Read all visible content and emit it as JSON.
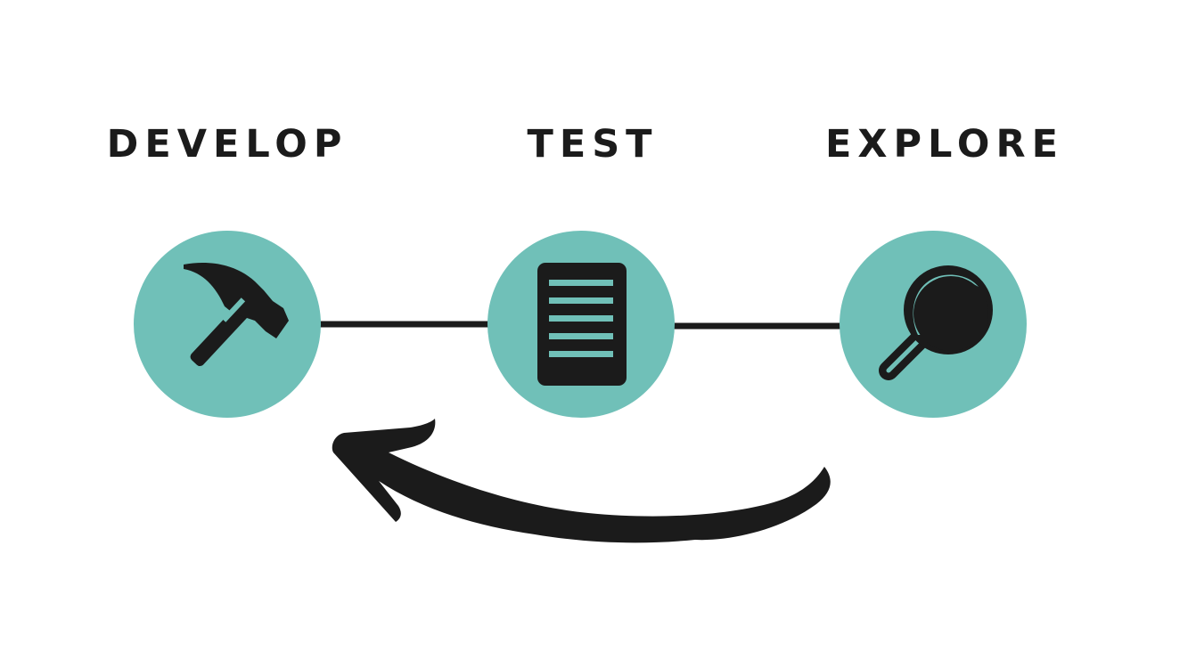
{
  "stages": [
    {
      "label": "DEVELOP",
      "icon": "hammer-icon"
    },
    {
      "label": "TEST",
      "icon": "document-icon"
    },
    {
      "label": "EXPLORE",
      "icon": "magnifying-glass-icon"
    }
  ],
  "colors": {
    "circle": "#70c0b8",
    "ink": "#1b1b1b",
    "background": "#ffffff"
  },
  "loop_arrow": {
    "from": "EXPLORE",
    "to": "DEVELOP"
  }
}
